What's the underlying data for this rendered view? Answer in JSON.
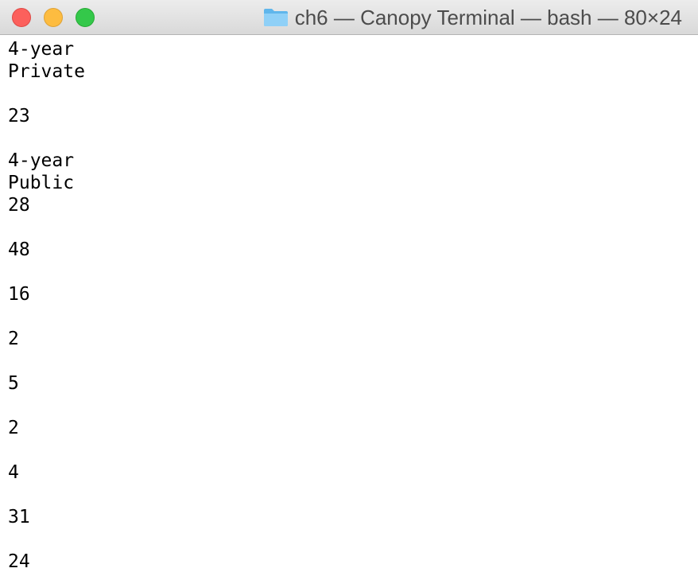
{
  "window": {
    "title": "ch6 — Canopy Terminal — bash — 80×24"
  },
  "terminal": {
    "lines": [
      "4-year",
      "Private",
      "",
      "23",
      "",
      "4-year",
      "Public",
      "28",
      "",
      "48",
      "",
      "16",
      "",
      "2",
      "",
      "5",
      "",
      "2",
      "",
      "4",
      "",
      "31",
      "",
      "24"
    ]
  }
}
